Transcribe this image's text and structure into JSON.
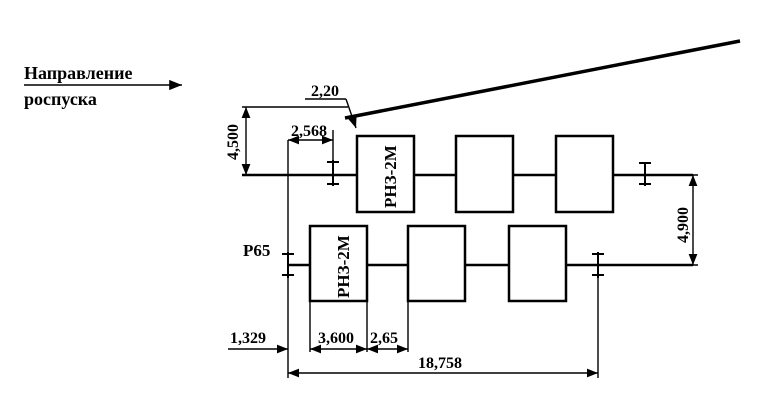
{
  "direction_label": {
    "line1": "Направление",
    "line2": "роспуска"
  },
  "rail_label": "Р65",
  "block_label": "РНЗ-2М",
  "dimensions": {
    "gap_slope": "2,20",
    "retarder_offset": "2,568",
    "height_upper": "4,500",
    "track_spacing": "4,900",
    "left_offset": "1,329",
    "block_length": "3,600",
    "block_gap": "2,65",
    "total_length": "18,758"
  }
}
